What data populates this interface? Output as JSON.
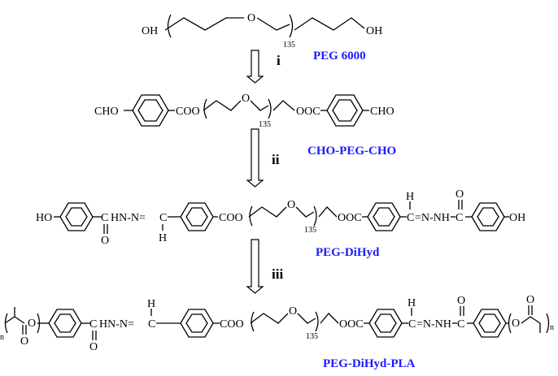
{
  "colors": {
    "name_color": "#1a1aff"
  },
  "compounds": [
    {
      "name": "PEG 6000"
    },
    {
      "name": "CHO-PEG-CHO"
    },
    {
      "name": "PEG-DiHyd"
    },
    {
      "name": "PEG-DiHyd-PLA"
    }
  ],
  "steps": [
    {
      "label": "i"
    },
    {
      "label": "ii"
    },
    {
      "label": "iii"
    }
  ],
  "labels": {
    "oh": "OH",
    "ho": "HO",
    "o": "O",
    "n135": "135",
    "cho": "CHO",
    "coo": "COO",
    "ooc": "OOC",
    "hnn": "HN-N=",
    "nnh": "=N-NH",
    "c_dbl": "C",
    "c": "C",
    "h": "H",
    "n_rep": "n"
  }
}
